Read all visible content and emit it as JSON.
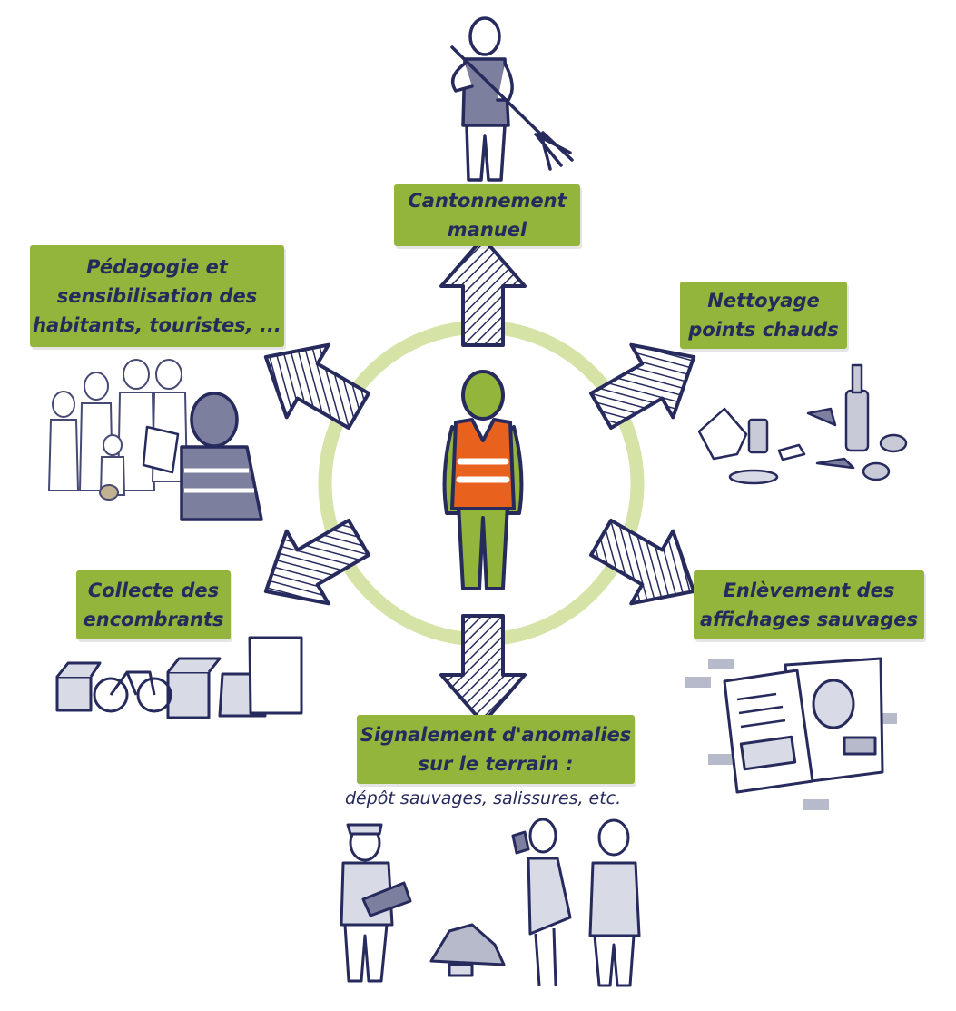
{
  "center": {
    "figure": "worker-in-orange-safety-vest"
  },
  "labels": {
    "top": {
      "line1": "Cantonnement",
      "line2": "manuel"
    },
    "top_left": {
      "line1": "Pédagogie et",
      "line2": "sensibilisation des",
      "line3": "habitants, touristes, ..."
    },
    "top_right": {
      "line1": "Nettoyage",
      "line2": "points chauds"
    },
    "left": {
      "line1": "Collecte des",
      "line2": "encombrants"
    },
    "right": {
      "line1": "Enlèvement des",
      "line2": "affichages sauvages"
    },
    "bottom": {
      "line1": "Signalement d'anomalies",
      "line2": "sur le terrain :",
      "sub": "dépôt sauvages,  salissures, etc."
    }
  },
  "colors": {
    "accent_green": "#93b53c",
    "ring": "#d5e3a6",
    "ink": "#262a5c",
    "vest": "#e8611d",
    "figure_fill": "#ffffff"
  },
  "icons": [
    "worker-icon",
    "street-sweeper-icon",
    "crowd-icon",
    "litter-icon",
    "bulky-waste-icon",
    "posters-icon",
    "reporting-people-icon",
    "arrow-icon"
  ]
}
